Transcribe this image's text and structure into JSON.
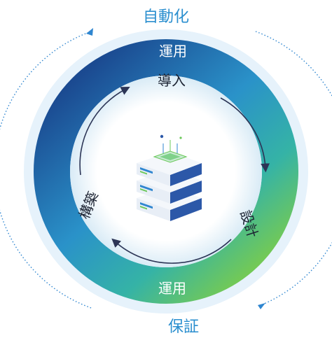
{
  "outer_labels": {
    "top": "自動化",
    "bottom": "保証"
  },
  "ring_labels": {
    "top": "運用",
    "bottom": "運用"
  },
  "cycle_labels": {
    "top": "導入",
    "left": "構築",
    "right": "設計"
  },
  "center_icon": "server-stack-icon",
  "colors": {
    "ring_start": "#1d4f95",
    "ring_mid": "#2aa6c8",
    "ring_end": "#6bc85a",
    "outer_text": "#2b8fcf",
    "dotted_arc": "#2f86d0",
    "cycle_arrow": "#2c3556"
  }
}
